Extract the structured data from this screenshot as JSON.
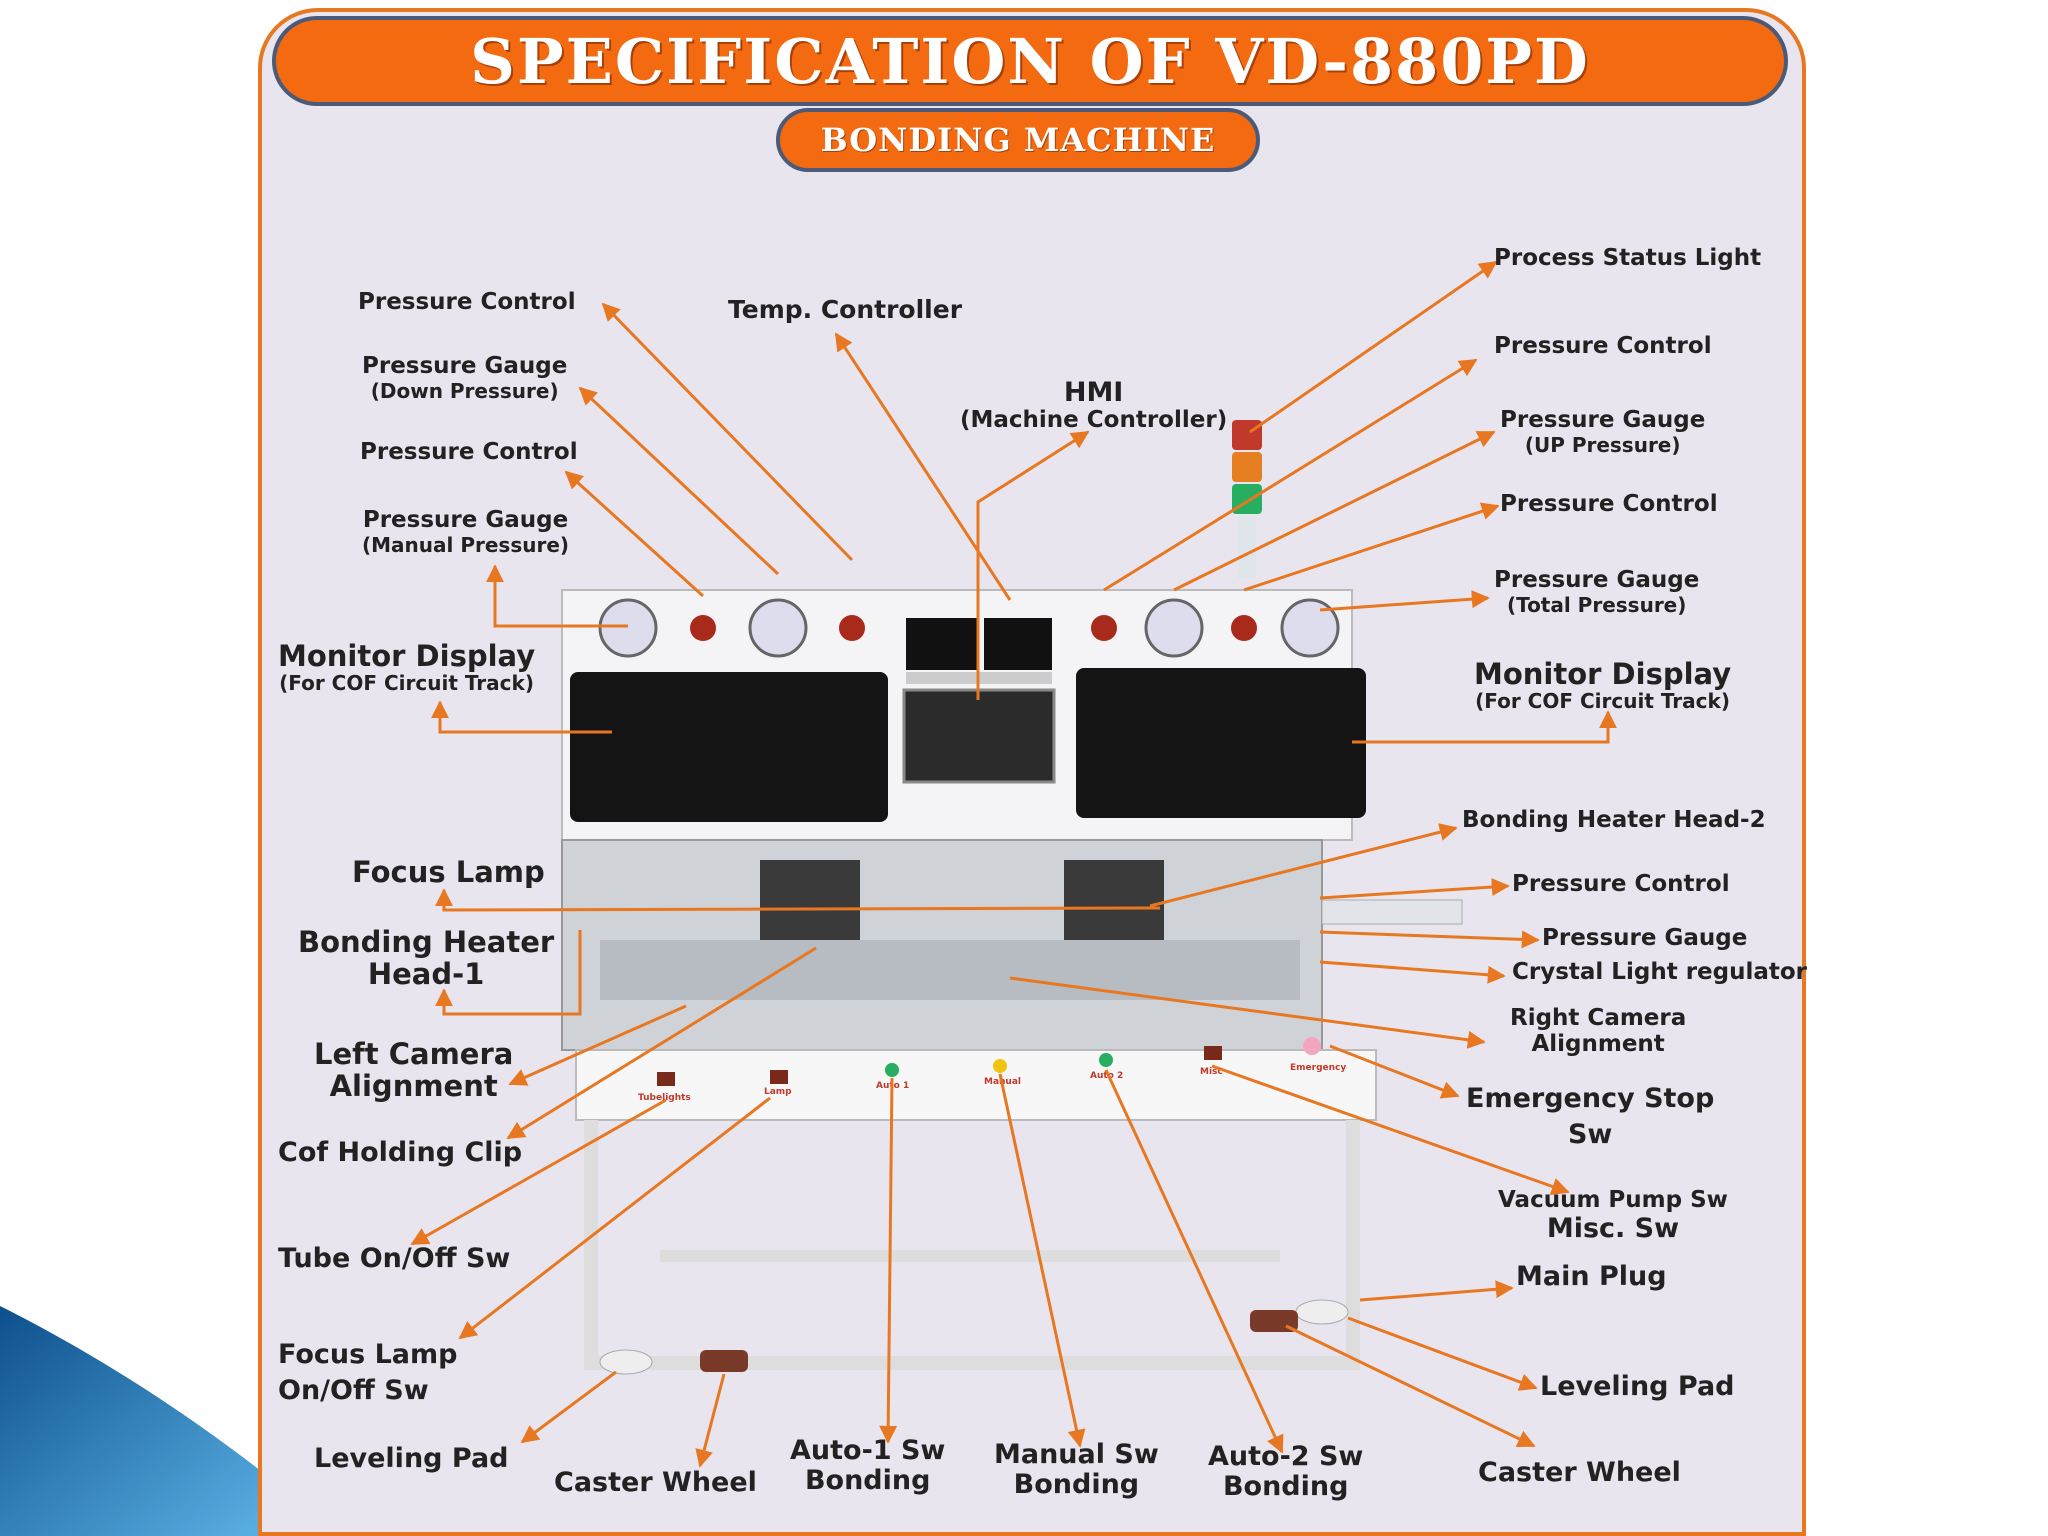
{
  "title": "SPECIFICATION OF VD-880PD",
  "subtitle": "BONDING MACHINE",
  "colors": {
    "accent": "#f36a10",
    "arrow": "#e87722",
    "panel": "#e8e5ee",
    "slide_corner": "#1e6aa8"
  },
  "labels": {
    "pressure_control_1": "Pressure Control",
    "temp_controller": "Temp. Controller",
    "pressure_gauge_down": "Pressure Gauge",
    "pressure_gauge_down_sub": "(Down Pressure)",
    "hmi": "HMI",
    "hmi_sub": "(Machine Controller)",
    "pressure_control_2": "Pressure Control",
    "pressure_gauge_manual": "Pressure Gauge",
    "pressure_gauge_manual_sub": "(Manual Pressure)",
    "monitor_left": "Monitor Display",
    "monitor_left_sub": "(For COF Circuit Track)",
    "process_status_light": "Process Status Light",
    "pressure_control_3": "Pressure Control",
    "pressure_gauge_up": "Pressure Gauge",
    "pressure_gauge_up_sub": "(UP Pressure)",
    "pressure_control_4": "Pressure Control",
    "pressure_gauge_total": "Pressure Gauge",
    "pressure_gauge_total_sub": "(Total Pressure)",
    "monitor_right": "Monitor Display",
    "monitor_right_sub": "(For COF Circuit Track)",
    "bonding_heater_head_2": "Bonding Heater Head-2",
    "pressure_control_5": "Pressure Control",
    "pressure_gauge_5": "Pressure Gauge",
    "crystal_light_regulator": "Crystal Light regulator",
    "right_camera_line1": "Right Camera",
    "right_camera_line2": "Alignment",
    "focus_lamp": "Focus Lamp",
    "bonding_heater_line1": "Bonding Heater",
    "bonding_heater_line2": "Head-1",
    "left_camera_line1": "Left Camera",
    "left_camera_line2": "Alignment",
    "cof_holding_clip": "Cof Holding Clip",
    "tube_onoff_sw": "Tube On/Off Sw",
    "focus_lamp_sw_line1": "Focus Lamp",
    "focus_lamp_sw_line2": "On/Off Sw",
    "leveling_pad_left": "Leveling Pad",
    "caster_wheel_left": "Caster Wheel",
    "auto1_line1": "Auto-1 Sw",
    "auto1_line2": "Bonding",
    "manual_line1": "Manual Sw",
    "manual_line2": "Bonding",
    "auto2_line1": "Auto-2 Sw",
    "auto2_line2": "Bonding",
    "caster_wheel_right": "Caster Wheel",
    "emergency_line1": "Emergency Stop",
    "emergency_line2": "Sw",
    "vacuum_pump_sw": "Vacuum Pump Sw",
    "misc_sw": "Misc. Sw",
    "main_plug": "Main Plug",
    "leveling_pad_right": "Leveling Pad"
  },
  "switch_panel": [
    "Tubelights",
    "Lamp",
    "Auto 1",
    "Manual",
    "Auto 2",
    "Misc",
    "Emergency"
  ]
}
